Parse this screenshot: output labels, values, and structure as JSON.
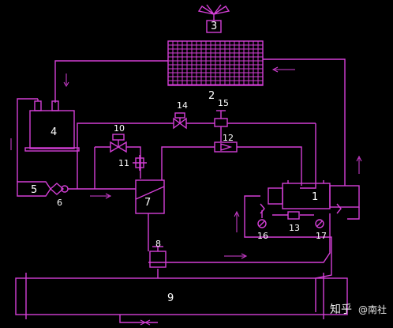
{
  "colors": {
    "line": "#d43fd6",
    "background": "#000000",
    "label": "#ffffff"
  },
  "components": [
    {
      "id": "1",
      "label": "1",
      "kind": "compressor"
    },
    {
      "id": "2",
      "label": "2",
      "kind": "condenser-coil"
    },
    {
      "id": "3",
      "label": "3",
      "kind": "condenser-fan"
    },
    {
      "id": "4",
      "label": "4",
      "kind": "receiver"
    },
    {
      "id": "5",
      "label": "5",
      "kind": "filter-drier"
    },
    {
      "id": "6",
      "label": "6",
      "kind": "sight-glass"
    },
    {
      "id": "7",
      "label": "7",
      "kind": "heat-exchanger"
    },
    {
      "id": "8",
      "label": "8",
      "kind": "expansion-valve"
    },
    {
      "id": "9",
      "label": "9",
      "kind": "evaporator"
    },
    {
      "id": "10",
      "label": "10",
      "kind": "solenoid-valve"
    },
    {
      "id": "11",
      "label": "11",
      "kind": "expansion-valve"
    },
    {
      "id": "12",
      "label": "12",
      "kind": "check-valve"
    },
    {
      "id": "13",
      "label": "13",
      "kind": "pressure-switch"
    },
    {
      "id": "14",
      "label": "14",
      "kind": "solenoid-valve"
    },
    {
      "id": "15",
      "label": "15",
      "kind": "pressure-valve"
    },
    {
      "id": "16",
      "label": "16",
      "kind": "gauge"
    },
    {
      "id": "17",
      "label": "17",
      "kind": "gauge"
    }
  ],
  "watermark": {
    "brand": "知乎",
    "handle": "@南社"
  }
}
